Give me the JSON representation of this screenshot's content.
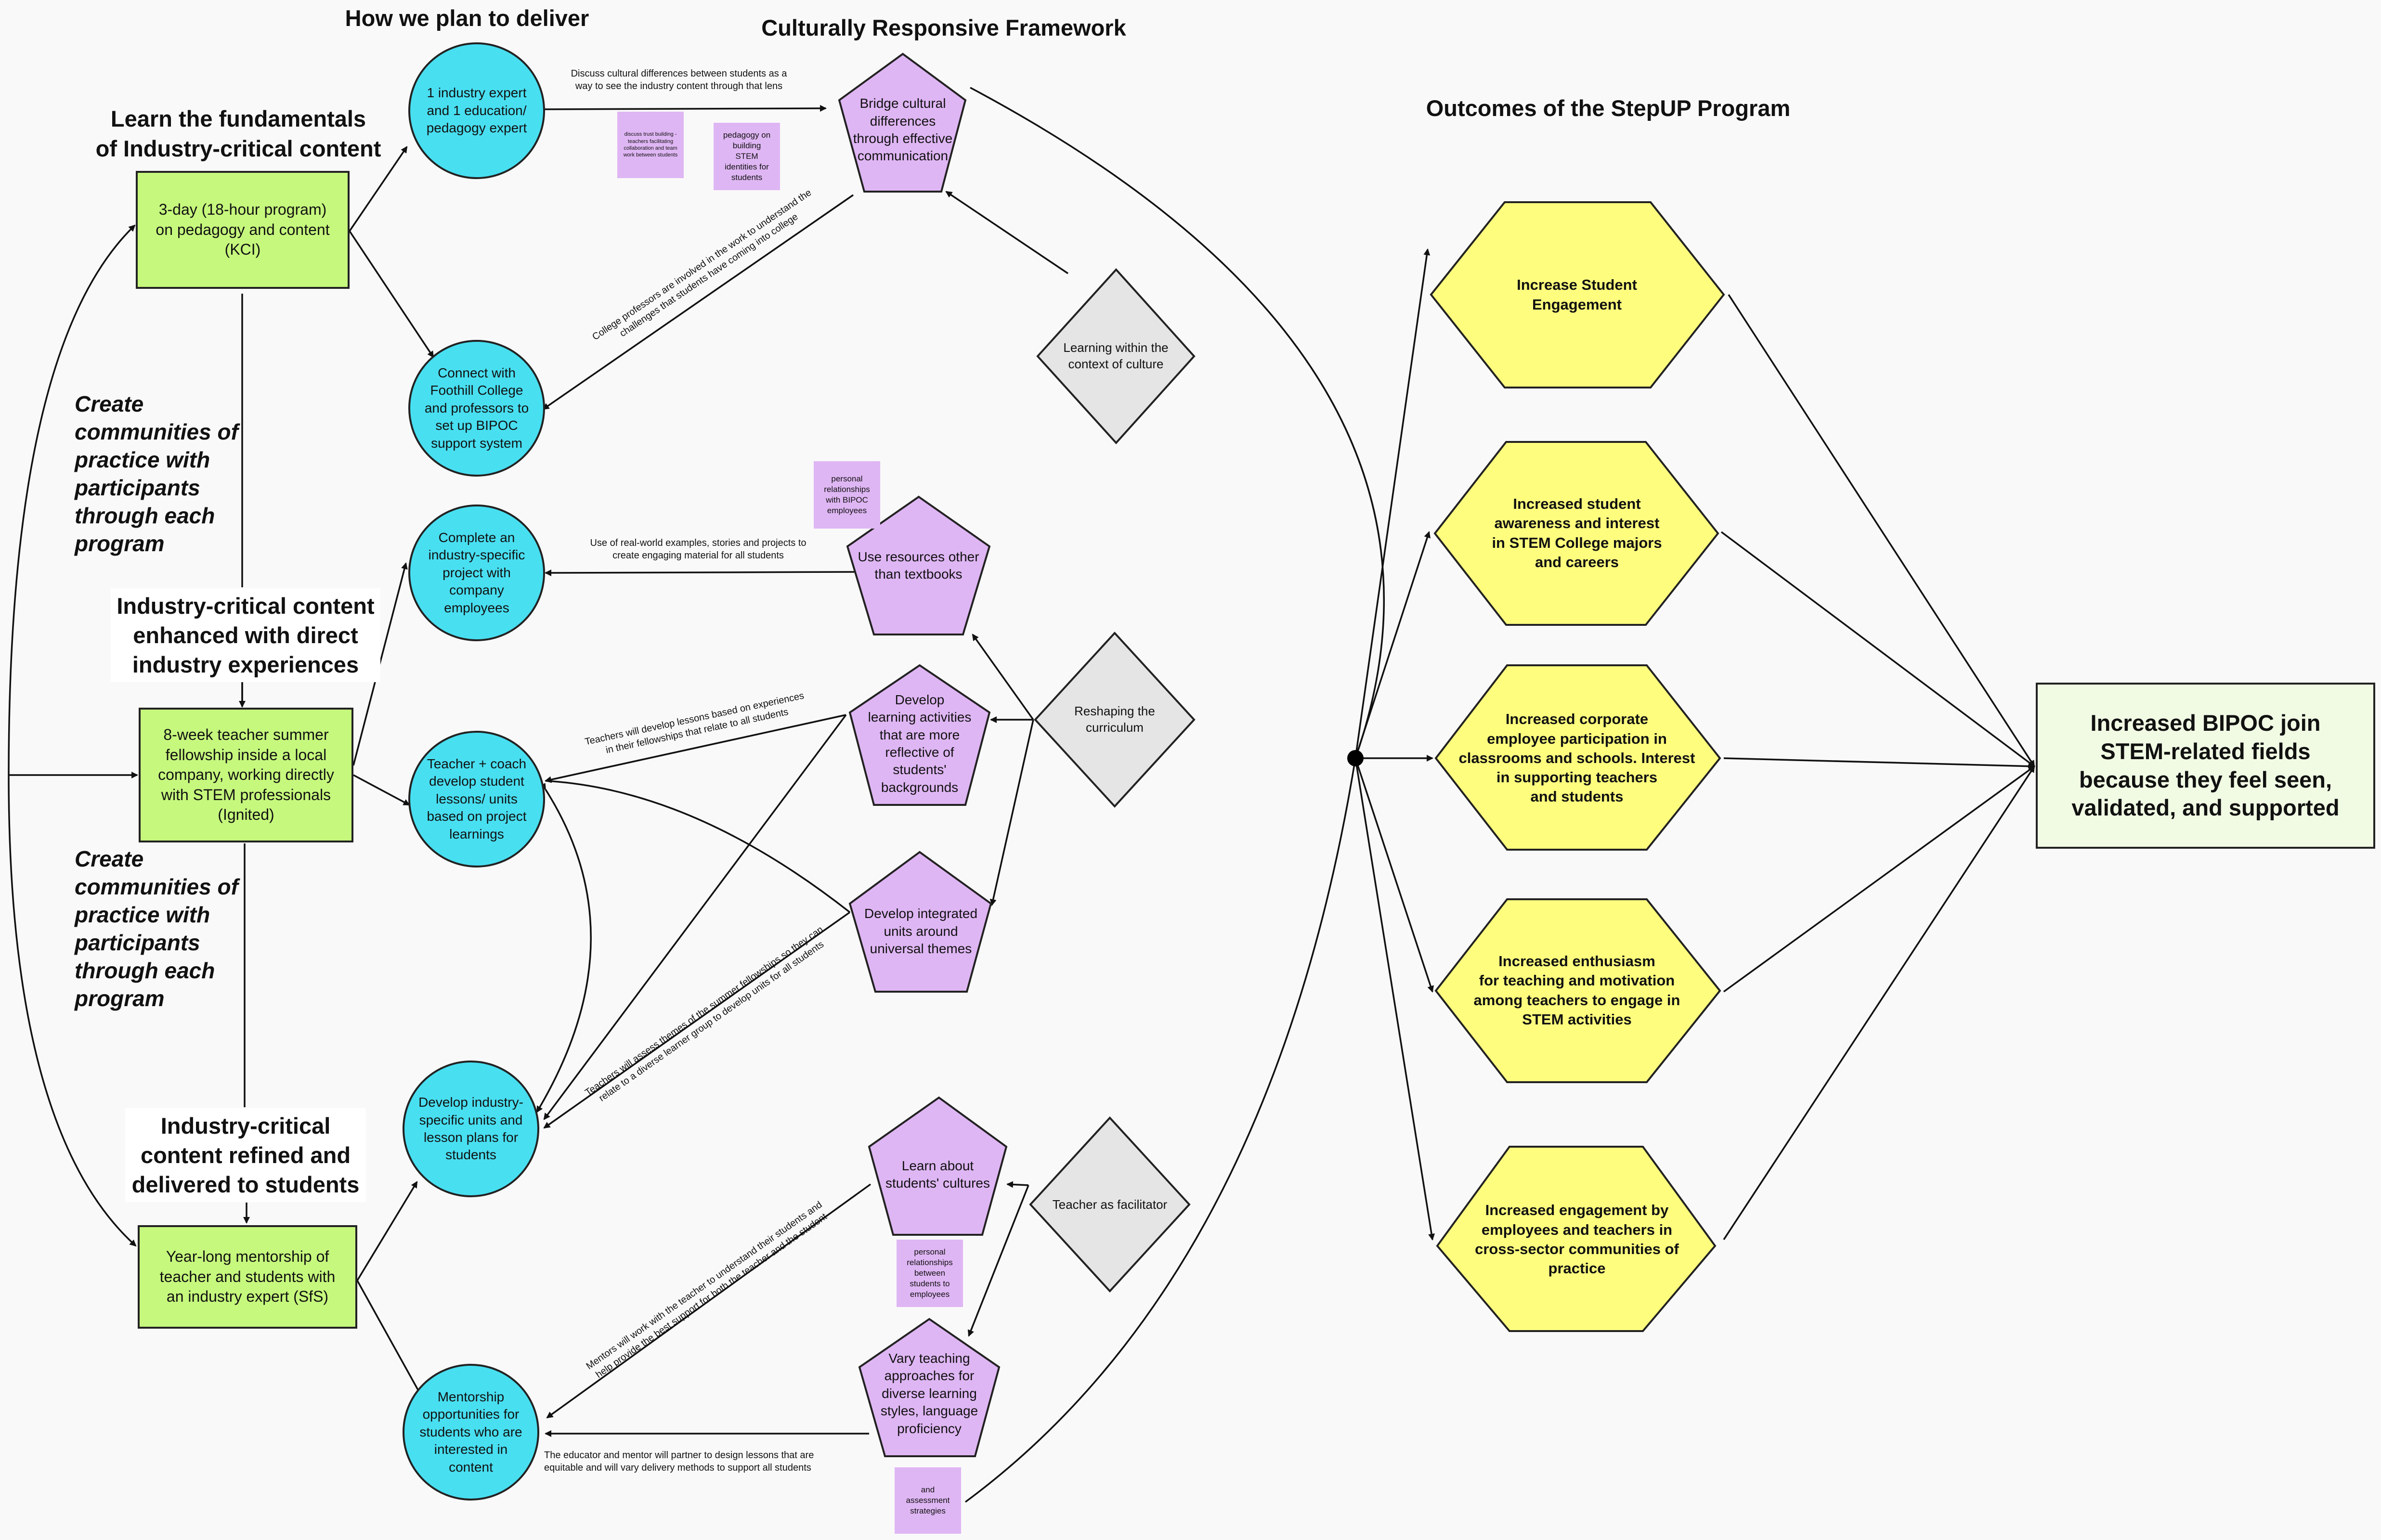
{
  "headings": {
    "deliver": "How we plan to deliver",
    "framework": "Culturally Responsive Framework",
    "outcomes": "Outcomes of the StepUP Program",
    "fundamentals": "Learn the fundamentals\nof Industry-critical content"
  },
  "side_labels": {
    "communities_top": "Create\ncommunities of\npractice with\nparticipants\nthrough each\nprogram",
    "communities_bottom": "Create\ncommunities of\npractice with\nparticipants\nthrough each\nprogram",
    "enhanced": "Industry-critical content\nenhanced with direct\nindustry experiences",
    "refined": "Industry-critical\ncontent refined and\ndelivered to students"
  },
  "programs": {
    "kci": "3-day (18-hour program)\non pedagogy and content\n(KCI)",
    "ignited": "8-week teacher summer\nfellowship inside a local\ncompany, working directly\nwith STEM professionals\n(Ignited)",
    "sfs": "Year-long mentorship of\nteacher and students with\nan industry expert (SfS)"
  },
  "delivery": {
    "experts": "1 industry expert\nand 1 education/\npedagogy expert",
    "foothill": "Connect with\nFoothill College\nand professors to\nset up BIPOC\nsupport system",
    "project": "Complete an\nindustry-specific\nproject with\ncompany\nemployees",
    "coach": "Teacher + coach\ndevelop student\nlessons/ units\nbased on project\nlearnings",
    "units": "Develop industry-\nspecific units and\nlesson plans for\nstudents",
    "mentorship": "Mentorship\nopportunities for\nstudents who are\ninterested in\ncontent"
  },
  "framework": {
    "bridge": "Bridge cultural\ndifferences\nthrough effective\ncommunication",
    "resources": "Use resources other\nthan textbooks",
    "activities": "Develop\nlearning activities\nthat are more\nreflective of\nstudents'\nbackgrounds",
    "integrated": "Develop integrated\nunits around\nuniversal themes",
    "cultures": "Learn about\nstudents' cultures",
    "vary": "Vary teaching\napproaches for\ndiverse learning\nstyles, language\nproficiency"
  },
  "pillars": {
    "learning": "Learning within the\ncontext of culture",
    "reshaping": "Reshaping the\ncurriculum",
    "facilitator": "Teacher as facilitator"
  },
  "notes": {
    "trust": "discuss trust building - teachers facilitating collaboration and team work between students",
    "pedagogy": "pedagogy on\nbuilding\nSTEM\nidentities for\nstudents",
    "bipoc_employees": "personal\nrelationships\nwith BIPOC\nemployees",
    "students_employees": "personal\nrelationships\nbetween\nstudents to\nemployees",
    "assessment": "and\nassessment\nstrategies"
  },
  "arrow_texts": {
    "discuss": "Discuss cultural differences between students as a\nway to see the industry content through that lens",
    "college": "College professors are involved in the work to understand the\nchallenges that students have coming into college",
    "realworld": "Use of real-world examples, stories and projects to\ncreate engaging material for all students",
    "lessons": "Teachers will develop lessons based on experiences\nin their fellowships that relate to all students",
    "themes": "Teachers will assess themes of the summer fellowships so they can\nrelate to a diverse learner group to develop units for all students",
    "mentors": "Mentors will work with the teacher to understand their students and\nhelp provide the best support for both the teacher and the student",
    "partner": "The educator and mentor will partner to design lessons that are\nequitable and will vary delivery methods to support all students"
  },
  "outcomes": {
    "engagement": "Increase Student\nEngagement",
    "awareness": "Increased student\nawareness and interest\nin STEM College majors\nand careers",
    "corporate": "Increased corporate\nemployee participation in\nclassrooms and schools. Interest\nin supporting teachers\nand students",
    "enthusiasm": "Increased enthusiasm\nfor teaching and motivation\namong teachers to engage in\nSTEM activities",
    "cross_sector": "Increased engagement by\nemployees and teachers in\ncross-sector communities of\npractice"
  },
  "result": "Increased BIPOC join\nSTEM-related fields\nbecause they feel seen,\nvalidated, and supported",
  "colors": {
    "program": "#c6f87d",
    "delivery": "#48dff1",
    "framework": "#dfb6f4",
    "pillar": "#e5e5e5",
    "outcome": "#fefd7e",
    "result": "#f1fbe4",
    "note": "#dfb6f4"
  }
}
